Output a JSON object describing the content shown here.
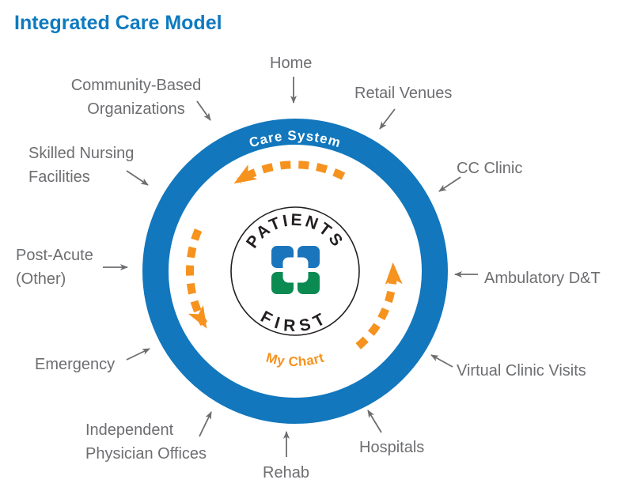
{
  "title": "Integrated Care Model",
  "ring": {
    "label": "Care System"
  },
  "center": {
    "top_text": "PATIENTS",
    "bottom_text": "FIRST",
    "logo": {
      "name": "patients-first-four-square-logo"
    }
  },
  "mychart": {
    "label": "My Chart"
  },
  "labels": {
    "home": {
      "text": "Home"
    },
    "retail_venues": {
      "text": "Retail Venues"
    },
    "cc_clinic": {
      "text": "CC Clinic"
    },
    "ambulatory_dt": {
      "text": "Ambulatory D&T"
    },
    "virtual_clinic_visits": {
      "text": "Virtual Clinic Visits"
    },
    "hospitals": {
      "text": "Hospitals"
    },
    "rehab": {
      "text": "Rehab"
    },
    "independent_physician_offices": {
      "lines": [
        "Independent",
        "Physician Offices"
      ]
    },
    "emergency": {
      "text": "Emergency"
    },
    "post_acute": {
      "lines": [
        "Post-Acute",
        "(Other)"
      ]
    },
    "skilled_nursing": {
      "lines": [
        "Skilled Nursing",
        "Facilities"
      ]
    },
    "community_based": {
      "lines": [
        "Community-Based",
        "Organizations"
      ]
    }
  },
  "colors": {
    "title_blue": "#0e7ac0",
    "ring_blue": "#1277bd",
    "logo_blue": "#1b75bc",
    "logo_green": "#0b8a51",
    "accent_orange": "#f6921e",
    "label_gray": "#6d6e71",
    "outline_black": "#231f20"
  },
  "arrow_direction": "counterclockwise"
}
